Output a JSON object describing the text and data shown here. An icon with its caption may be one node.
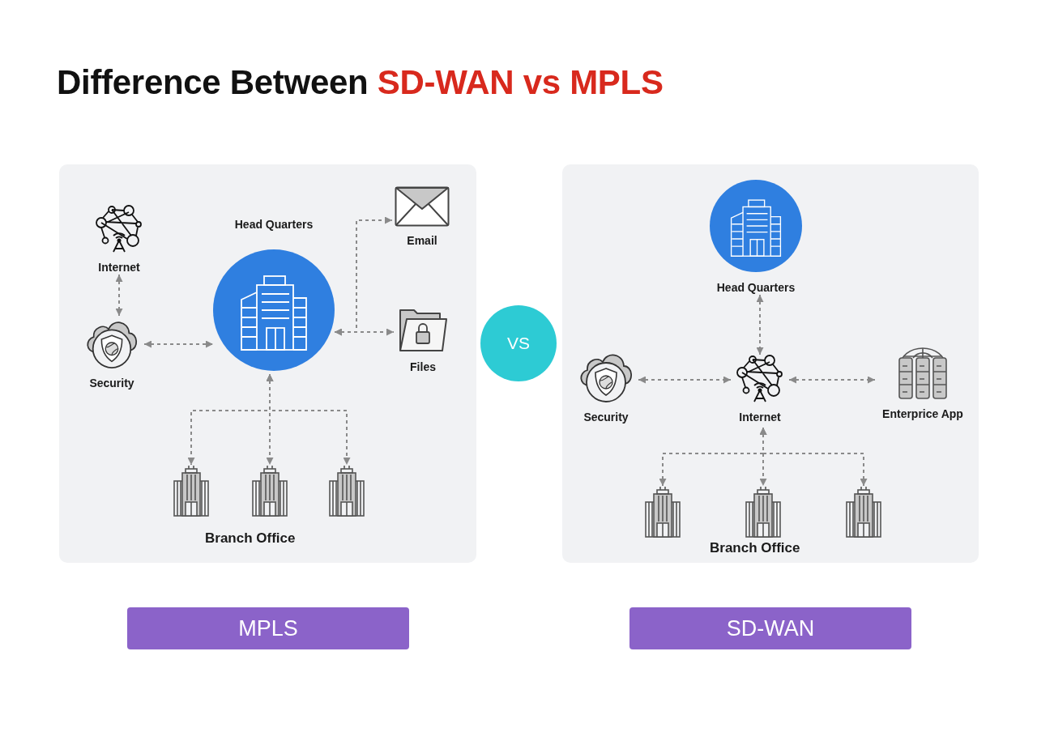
{
  "diagram": {
    "title": "Difference Between **SD-WAN vs MPLS**",
    "nodes": [
      {
        "text": [
          "Internet"
        ]
      },
      {
        "text": [
          "Security"
        ]
      },
      {
        "text": [
          "Head Quarters"
        ]
      },
      {
        "text": [
          "Email"
        ]
      },
      {
        "text": [
          "Files"
        ]
      },
      {
        "text": [],
        "shape": "building"
      },
      {
        "text": [],
        "shape": "building"
      },
      {
        "text": [],
        "shape": "building"
      },
      {
        "text": [
          "VS"
        ]
      },
      {
        "text": [
          "Head Quarters"
        ]
      },
      {
        "text": [
          "Security"
        ]
      },
      {
        "text": [
          "Internet"
        ]
      },
      {
        "text": [
          "Enterprice App"
        ]
      },
      {
        "text": [],
        "shape": "building"
      },
      {
        "text": [],
        "shape": "building"
      },
      {
        "text": [],
        "shape": "building"
      },
      {
        "text": [
          "MPLS"
        ]
      },
      {
        "text": [
          "SD-WAN"
        ]
      }
    ],
    "edges": [
      {
        "from": 0,
        "to": 1,
        "arrow": "both"
      },
      {
        "from": 1,
        "to": 2,
        "arrow": "both"
      },
      {
        "from": 2,
        "to": 3,
        "arrow": "both"
      },
      {
        "from": 2,
        "to": 4,
        "arrow": "both"
      },
      {
        "from": 2,
        "to": 5,
        "arrow": "both"
      },
      {
        "from": 2,
        "to": 6,
        "arrow": "both"
      },
      {
        "from": 2,
        "to": 7,
        "arrow": "both"
      },
      {
        "from": 9,
        "to": 11,
        "arrow": "both"
      },
      {
        "from": 10,
        "to": 11,
        "arrow": "both"
      },
      {
        "from": 11,
        "to": 12,
        "arrow": "both"
      },
      {
        "from": 11,
        "to": 13,
        "arrow": "both"
      },
      {
        "from": 11,
        "to": 14,
        "arrow": "both"
      },
      {
        "from": 11,
        "to": 15,
        "arrow": "both"
      }
    ],
    "labels": [
      "Branch Office",
      "Branch Office"
    ]
  }
}
